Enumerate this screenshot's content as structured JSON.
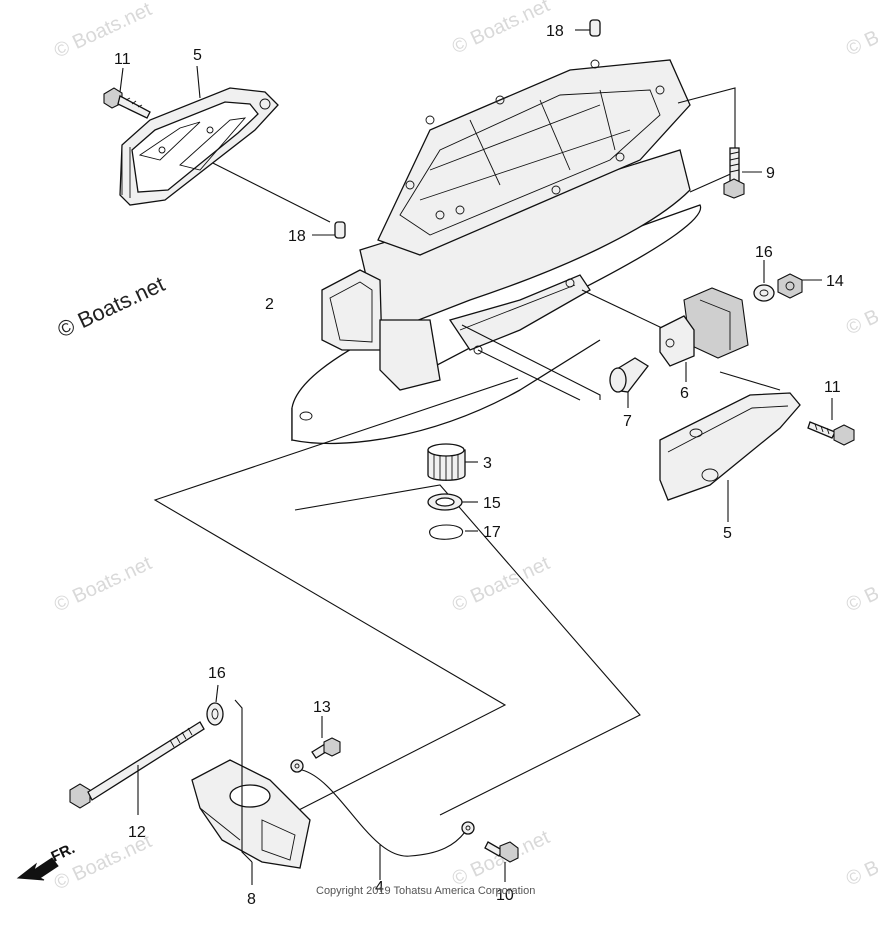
{
  "diagram": {
    "callouts": [
      {
        "id": "c18a",
        "label": "18"
      },
      {
        "id": "c11a",
        "label": "11"
      },
      {
        "id": "c5a",
        "label": "5"
      },
      {
        "id": "c9",
        "label": "9"
      },
      {
        "id": "c18b",
        "label": "18"
      },
      {
        "id": "c16a",
        "label": "16"
      },
      {
        "id": "c14",
        "label": "14"
      },
      {
        "id": "c2",
        "label": "2"
      },
      {
        "id": "c6",
        "label": "6"
      },
      {
        "id": "c11b",
        "label": "11"
      },
      {
        "id": "c7",
        "label": "7"
      },
      {
        "id": "c3",
        "label": "3"
      },
      {
        "id": "c15",
        "label": "15"
      },
      {
        "id": "c17",
        "label": "17"
      },
      {
        "id": "c5b",
        "label": "5"
      },
      {
        "id": "c16b",
        "label": "16"
      },
      {
        "id": "c13",
        "label": "13"
      },
      {
        "id": "c12",
        "label": "12"
      },
      {
        "id": "c8",
        "label": "8"
      },
      {
        "id": "c4",
        "label": "4"
      },
      {
        "id": "c10",
        "label": "10"
      }
    ],
    "direction_label": "FR.",
    "watermark_main": "© Boats.net",
    "watermark_faint": "© Boats.net",
    "copyright": "Copyright 2019 Tohatsu America Corporation"
  }
}
